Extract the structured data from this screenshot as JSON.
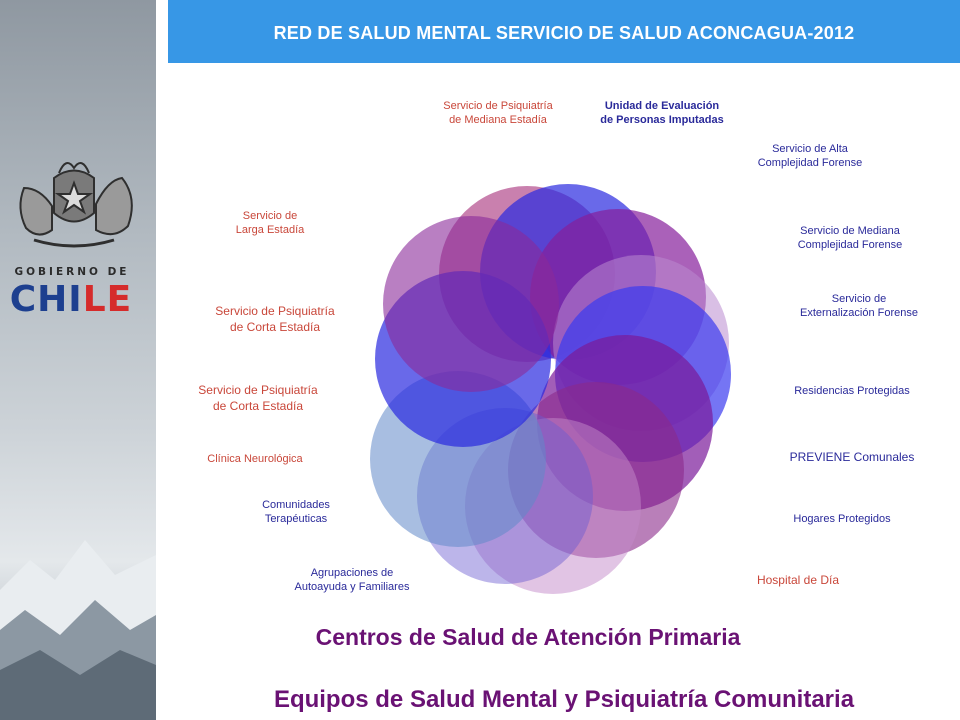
{
  "header": {
    "title": "RED DE SALUD MENTAL SERVICIO DE SALUD ACONCAGUA-2012"
  },
  "logo": {
    "gov_text": "GOBIERNO DE",
    "chile_blue": "CHI",
    "chile_red": "LE"
  },
  "colors": {
    "header_bg": "#3797e6",
    "left_label": "#c9473a",
    "right_label": "#2a2a9a",
    "bottom_title": "#6a1274",
    "chile_blue": "#1d3f8f",
    "chile_red": "#d52b2b"
  },
  "labels": {
    "mediana_estadia": "Servicio de Psiquiatría\nde Mediana Estadía",
    "evaluacion_imputadas": "Unidad de Evaluación\nde Personas Imputadas",
    "alta_complejidad": "Servicio de Alta\nComplejidad Forense",
    "mediana_complejidad": "Servicio de Mediana\nComplejidad Forense",
    "externalizacion": "Servicio de\nExternalización Forense",
    "residencias": "Residencias Protegidas",
    "previene": "PREVIENE Comunales",
    "hogares": "Hogares Protegidos",
    "hospital_dia": "Hospital de Día",
    "larga_estadia": "Servicio de\nLarga Estadía",
    "corta_estadia_1": "Servicio de Psiquiatría\nde Corta Estadía",
    "corta_estadia_2": "Servicio de Psiquiatría\nde Corta Estadía",
    "clinica_neurologica": "Clínica Neurológica",
    "comunidades": "Comunidades\nTerapéuticas",
    "agrupaciones": "Agrupaciones de\nAutoayuda y Familiares"
  },
  "bottom": {
    "line1": "Centros de Salud de Atención Primaria",
    "line2": "Equipos de Salud Mental y Psiquiatría Comunitaria"
  }
}
